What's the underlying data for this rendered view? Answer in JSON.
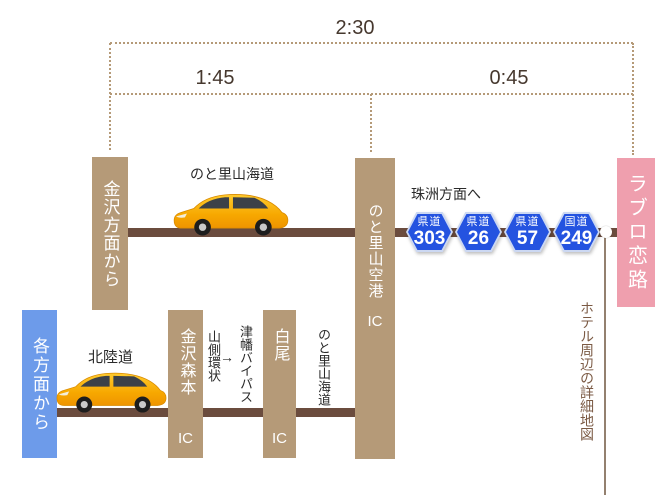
{
  "bracket": {
    "total": "2:30",
    "first_leg": "1:45",
    "second_leg": "0:45"
  },
  "nodes": {
    "from_kanazawa": "金沢方面から",
    "noto_airport": "のと里山空港",
    "noto_airport_ic": "IC",
    "lovelo_koiji": "ラブロ恋路",
    "from_all_directions": "各方面から",
    "kanazawa_morimoto": "金沢森本",
    "kanazawa_morimoto_ic": "IC",
    "shirao": "白尾",
    "shirao_ic": "IC"
  },
  "labels": {
    "noto_satoyama_kaido_top": "のと里山海道",
    "suzu_direction": "珠洲方面へ",
    "hokuriku_expressway": "北陸道",
    "yamagawa_loop": "山側環状",
    "route_arrow": "→",
    "tsubata_bypass": "津幡バイパス",
    "noto_satoyama_kaido_bottom": "のと里山海道",
    "hotel_area_map": "ホテル周辺の詳細地図"
  },
  "shields": [
    {
      "type": "県道",
      "number": "303"
    },
    {
      "type": "県道",
      "number": "26"
    },
    {
      "type": "県道",
      "number": "57"
    },
    {
      "type": "国道",
      "number": "249"
    }
  ],
  "colors": {
    "box_tan": "#b59a78",
    "road_brown": "#6b4c3e",
    "box_blue": "#6d9bea",
    "box_pink": "#ef9fae",
    "shield_blue": "#2453e0"
  }
}
